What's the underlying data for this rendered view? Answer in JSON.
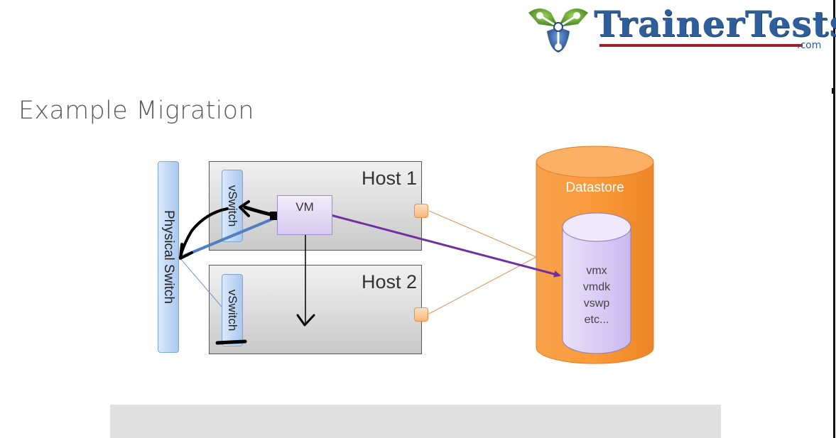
{
  "logo": {
    "text": "TrainerTests",
    "suffix": ".com"
  },
  "slide": {
    "title": "Example Migration"
  },
  "diagram": {
    "physical_switch": "Physical Switch",
    "hosts": [
      {
        "label": "Host 1",
        "vswitch": "vSwitch"
      },
      {
        "label": "Host 2",
        "vswitch": "vSwitch"
      }
    ],
    "vm": "VM",
    "datastore": {
      "label": "Datastore",
      "files": [
        "vmx",
        "vmdk",
        "vswp",
        "etc..."
      ]
    }
  },
  "colors": {
    "datastore_orange": "#f99a3e",
    "file_cylinder_purple": "#d9ccf3",
    "migration_arrow_purple": "#7030a0",
    "network_line_blue": "#4f7fc0",
    "logo_blue": "#2f5f9a",
    "logo_green": "#5a9a2a"
  }
}
